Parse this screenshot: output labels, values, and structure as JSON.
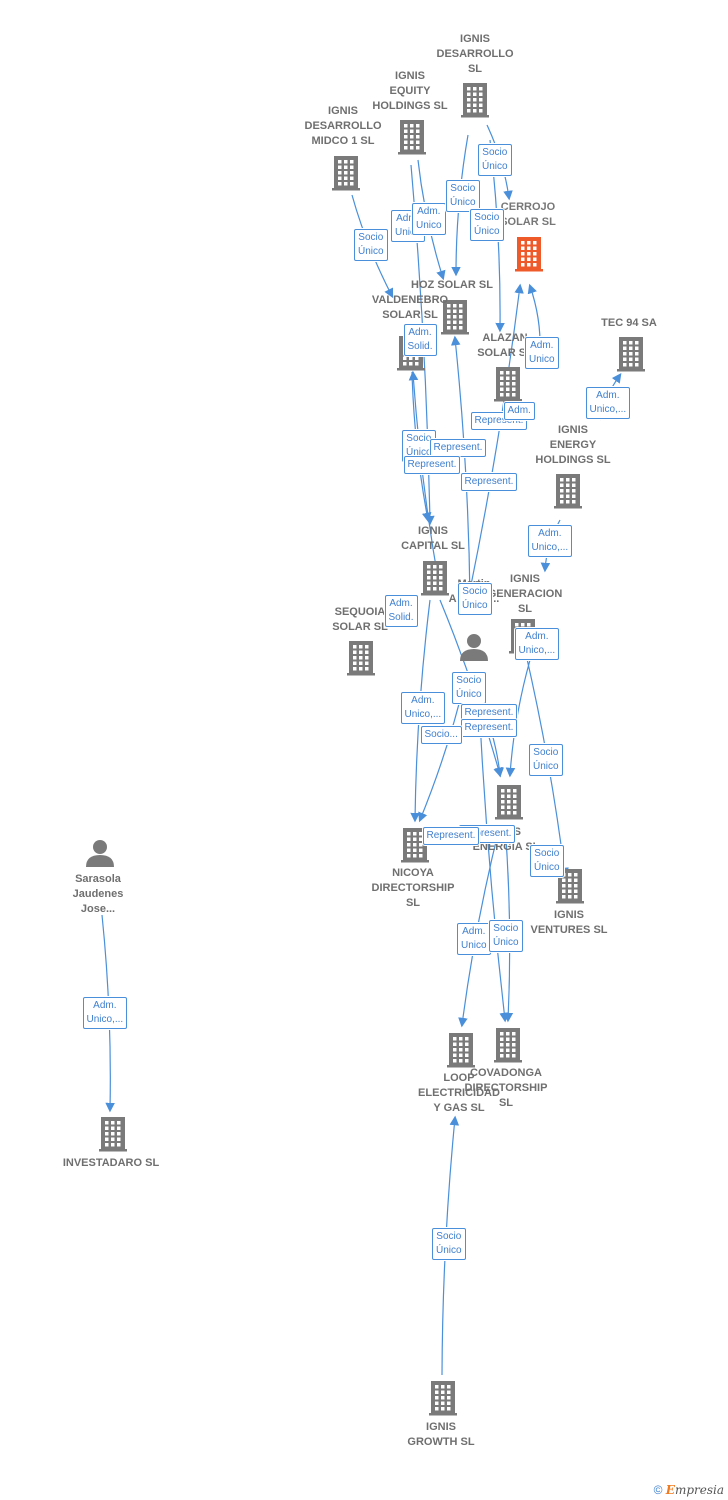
{
  "colors": {
    "building": "#7a7a7a",
    "focus": "#ef5a2b",
    "edge": "#4a8fd9",
    "label": "#6f6f6f"
  },
  "nodes": [
    {
      "id": "n1",
      "kind": "company",
      "label": "IGNIS\nDESARROLLO\nSL"
    },
    {
      "id": "n2",
      "kind": "company",
      "label": "IGNIS\nEQUITY\nHOLDINGS  SL"
    },
    {
      "id": "n3",
      "kind": "company",
      "label": "IGNIS\nDESARROLLO\nMIDCO 1  SL"
    },
    {
      "id": "n4",
      "kind": "company",
      "focus": true,
      "label": "CERROJO\nSOLAR  SL"
    },
    {
      "id": "n5",
      "kind": "company",
      "label": "HOZ SOLAR SL"
    },
    {
      "id": "n6",
      "kind": "company",
      "label": "VALDENEBRO\nSOLAR SL"
    },
    {
      "id": "n7",
      "kind": "company",
      "label": "ALAZAN\nSOLAR SL"
    },
    {
      "id": "n8",
      "kind": "company",
      "label": "TEC 94 SA"
    },
    {
      "id": "n9",
      "kind": "company",
      "label": "IGNIS\nENERGY\nHOLDINGS  SL"
    },
    {
      "id": "n10",
      "kind": "company",
      "label": "IGNIS\nCAPITAL  SL"
    },
    {
      "id": "n11",
      "kind": "company",
      "label": "IGNIS\nGENERACION\nSL"
    },
    {
      "id": "n12",
      "kind": "company",
      "label": "SEQUOIA\nSOLAR  SL"
    },
    {
      "id": "n13",
      "kind": "person",
      "label": "Martin\nAntonio..."
    },
    {
      "id": "n14",
      "kind": "company",
      "label": "IGNIS\nENERGIA  SL"
    },
    {
      "id": "n15",
      "kind": "company",
      "label": "NICOYA\nDIRECTORSHIP\nSL"
    },
    {
      "id": "n16",
      "kind": "company",
      "label": "IGNIS\nVENTURES  SL"
    },
    {
      "id": "n17",
      "kind": "person",
      "label": "Sarasola\nJaudenes\nJose..."
    },
    {
      "id": "n18",
      "kind": "company",
      "label": "LOOP\nELECTRICIDAD\nY GAS  SL"
    },
    {
      "id": "n19",
      "kind": "company",
      "label": "COVADONGA\nDIRECTORSHIP\nSL"
    },
    {
      "id": "n20",
      "kind": "company",
      "label": "INVESTADARO SL"
    },
    {
      "id": "n21",
      "kind": "company",
      "label": "IGNIS\nGROWTH  SL"
    }
  ],
  "edge_labels": [
    "Socio\nÚnico",
    "Socio\nÚnico",
    "Adm.\nUnico",
    "Adm.\nUnico",
    "Socio\nÚnico",
    "Socio\nÚnico",
    "Adm.\nSolid.",
    "Adm.\nUnico",
    "Adm.\nUnico,...",
    "Represent.",
    "Adm.",
    "Socio\nÚnico",
    "Represent.",
    "Represent.",
    "Represent.",
    "Adm.\nUnico,...",
    "Adm.\nSolid.",
    "Socio\nÚnico",
    "Adm.\nUnico,...",
    "Socio\nÚnico",
    "Adm.\nUnico,...",
    "Represent.",
    "Represent.",
    "Socio...",
    "Socio\nÚnico",
    "Represent.",
    "Represent.",
    "Socio\nÚnico",
    "Adm.\nUnico",
    "Socio\nÚnico",
    "Adm.\nUnico,...",
    "Socio\nÚnico"
  ],
  "footer": {
    "copyright": "©",
    "brand_e": "E",
    "brand_rest": "mpresia"
  }
}
